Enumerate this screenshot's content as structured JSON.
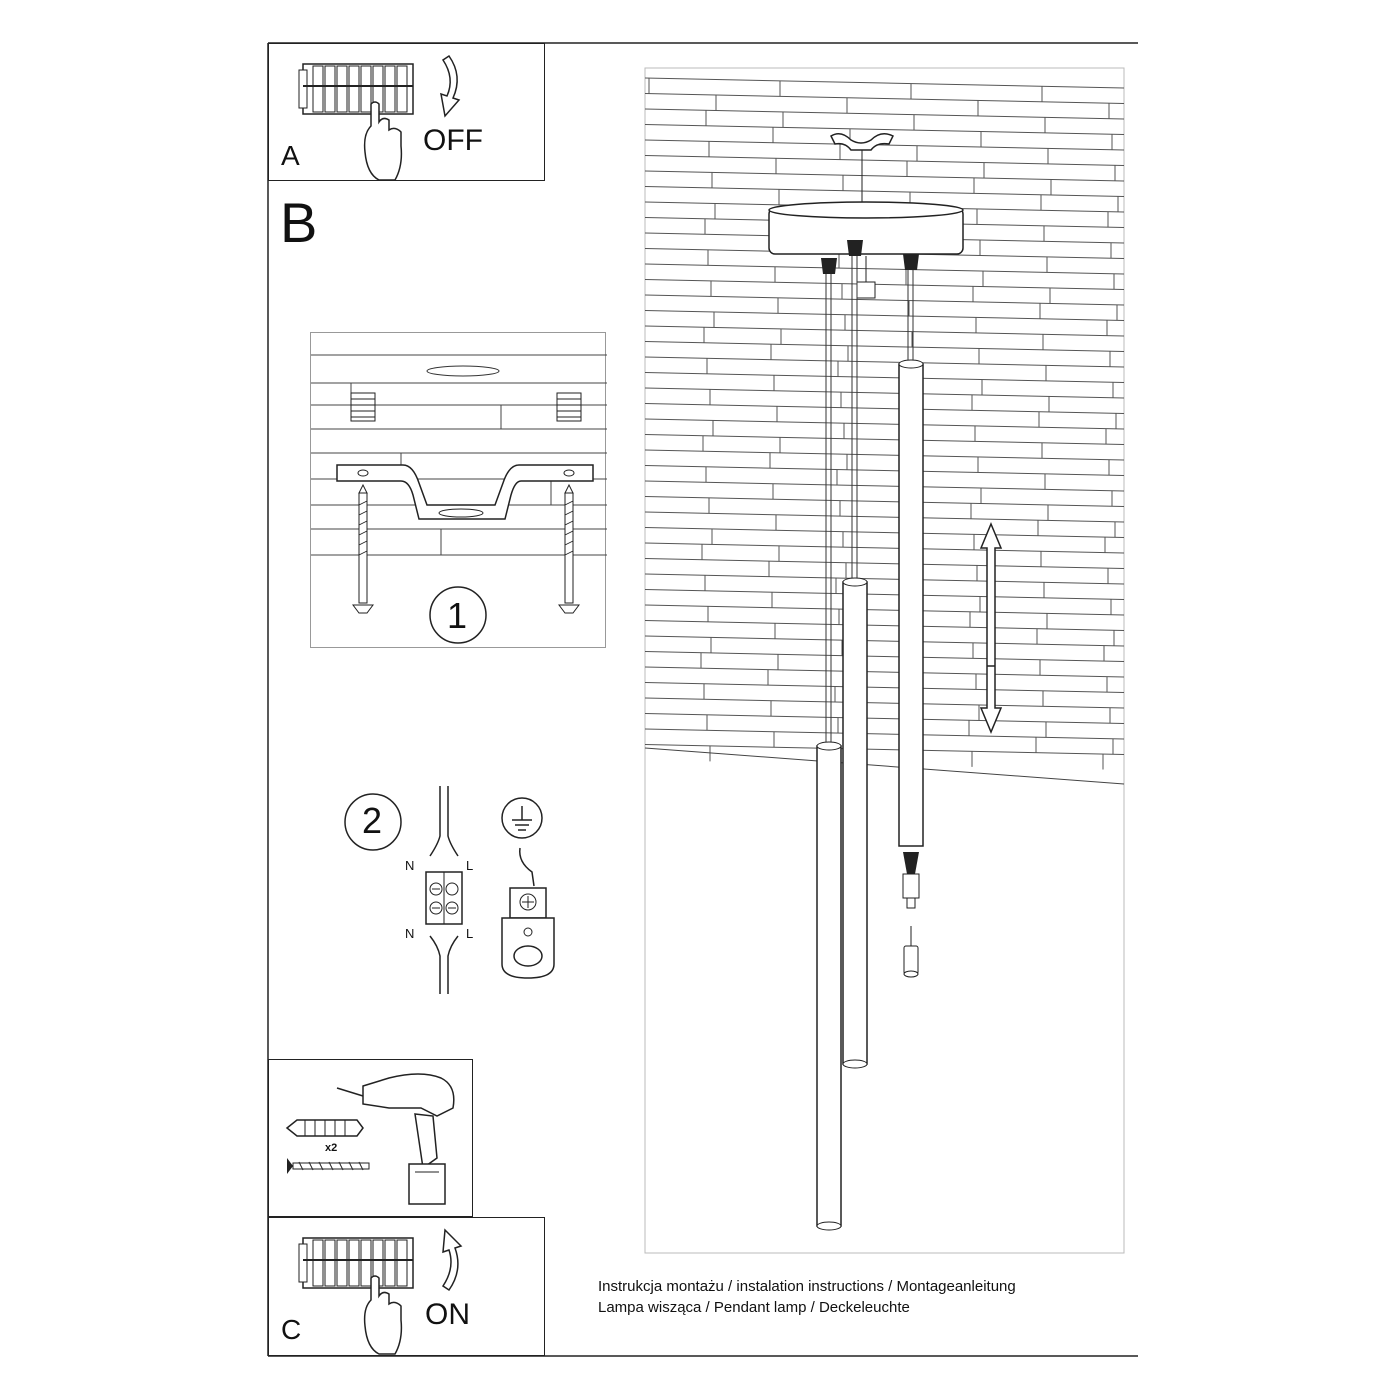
{
  "steps": {
    "a": {
      "letter": "A",
      "label": "OFF"
    },
    "b": {
      "letter": "B",
      "sub1": "1",
      "sub2": "2"
    },
    "c": {
      "letter": "C",
      "label": "ON"
    }
  },
  "wiring": {
    "n_top": "N",
    "l_top": "L",
    "n_bottom": "N",
    "l_bottom": "L"
  },
  "tools": {
    "count": "x2"
  },
  "caption": {
    "line1": "Instrukcja montażu / instalation instructions / Montageanleitung",
    "line2": "Lampa wisząca / Pendant lamp / Deckeleuchte"
  }
}
